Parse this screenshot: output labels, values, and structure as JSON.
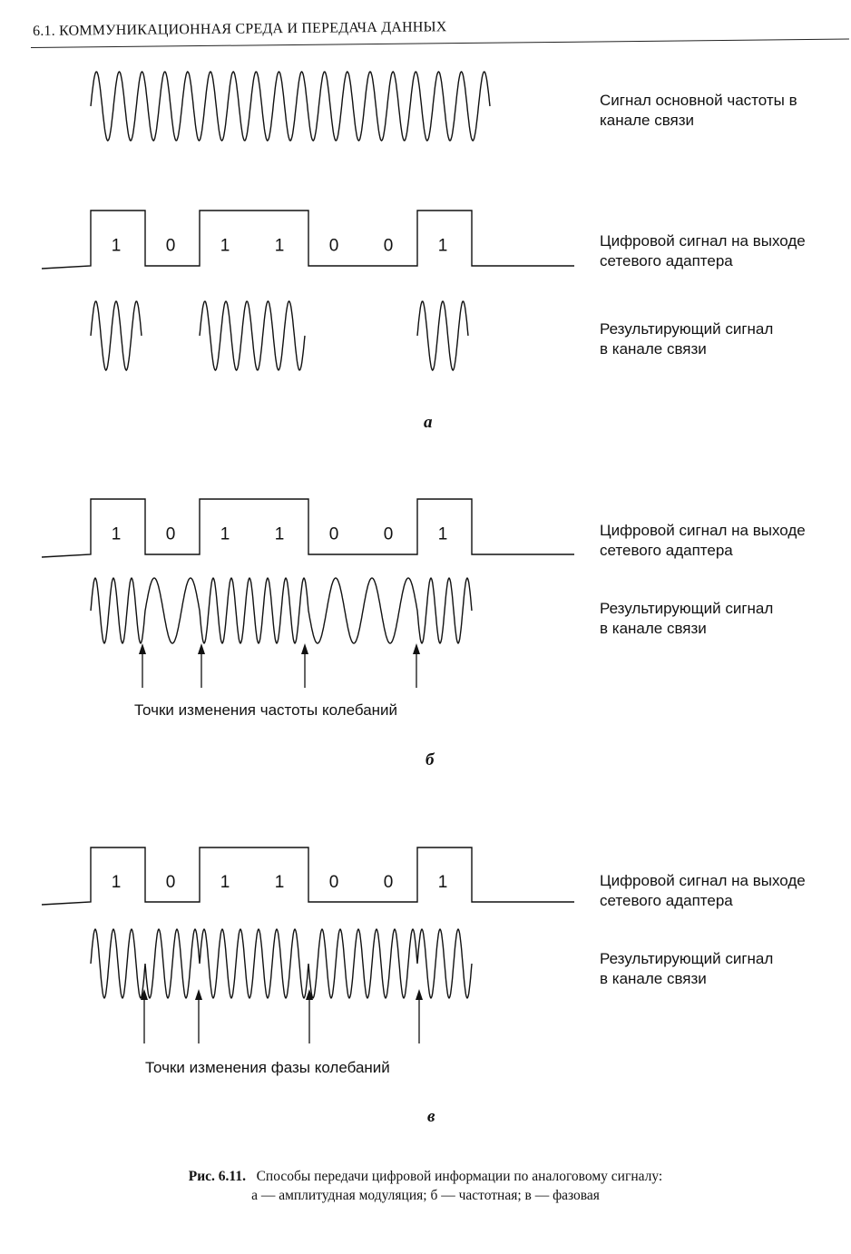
{
  "header": {
    "running_head": "6.1. КОММУНИКАЦИОННАЯ СРЕДА И ПЕРЕДАЧА ДАННЫХ"
  },
  "figure": {
    "bits": [
      "1",
      "0",
      "1",
      "1",
      "0",
      "0",
      "1"
    ],
    "panel_a": {
      "carrier_label": "Сигнал основной частоты в\nканале связи",
      "digital_label": "Цифровой сигнал на выходе\nсетевого адаптера",
      "result_label": "Результирующий сигнал\nв канале связи",
      "letter": "а"
    },
    "panel_b": {
      "digital_label": "Цифровой сигнал на выходе\nсетевого адаптера",
      "result_label": "Результирующий сигнал\nв канале связи",
      "points_label": "Точки  изменения частоты колебаний",
      "letter": "б"
    },
    "panel_c": {
      "digital_label": "Цифровой сигнал на выходе\nсетевого адаптера",
      "result_label": "Результирующий сигнал\nв канале связи",
      "points_label": "Точки изменения фазы колебаний",
      "letter": "в"
    }
  },
  "caption": {
    "number": "Рис. 6.11.",
    "title": "Способы передачи цифровой информации по аналоговому сигналу:",
    "line2": "а — амплитудная модуляция; б — частотная; в — фазовая"
  }
}
